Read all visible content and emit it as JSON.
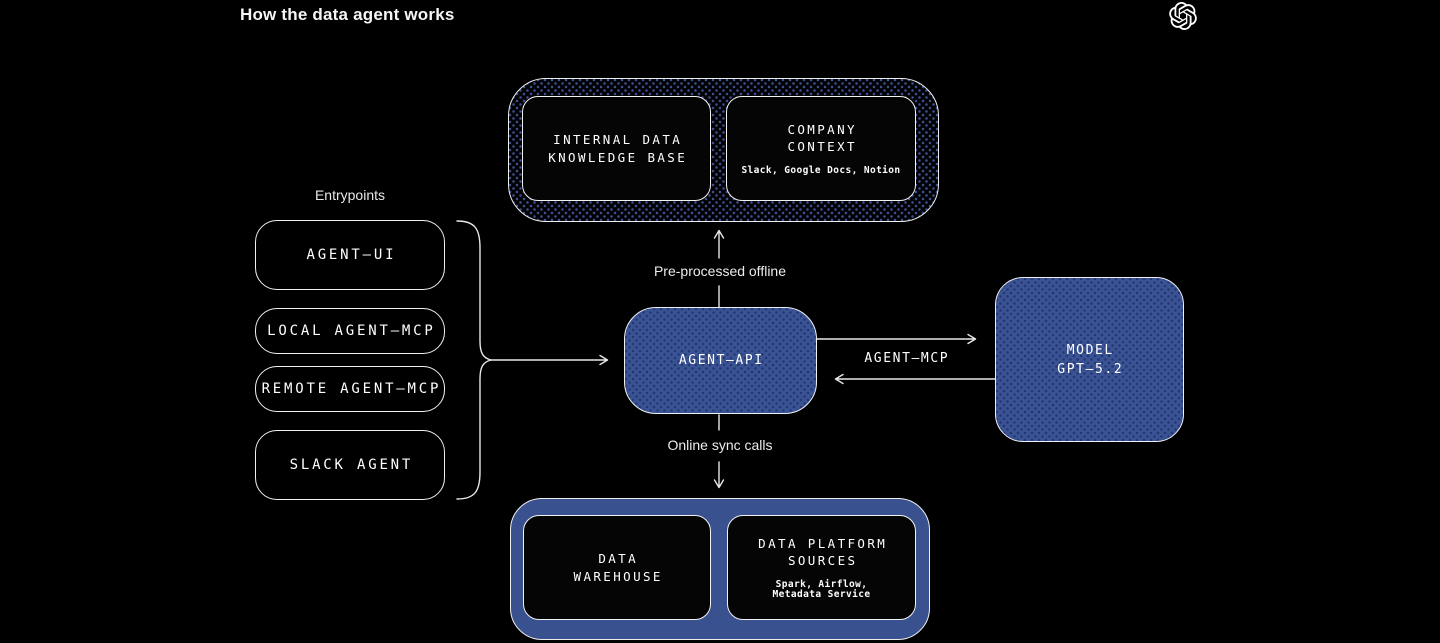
{
  "header": {
    "title": "How the data agent works",
    "logo_icon": "openai-logo"
  },
  "colors": {
    "background": "#000000",
    "accent_blue": "#3a5394",
    "blue_dot": "#243770",
    "dark_dot": "#3d5090",
    "line": "#e8e8e8",
    "text": "#ffffff"
  },
  "entrypoints": {
    "label": "Entrypoints",
    "items": [
      {
        "label": "AGENT–UI"
      },
      {
        "label": "LOCAL AGENT–MCP"
      },
      {
        "label": "REMOTE AGENT–MCP"
      },
      {
        "label": "SLACK AGENT"
      }
    ]
  },
  "knowledge_group": {
    "internal_data": {
      "line1": "INTERNAL DATA",
      "line2": "KNOWLEDGE BASE"
    },
    "company_context": {
      "line1": "COMPANY",
      "line2": "CONTEXT",
      "subtitle": "Slack, Google Docs, Notion"
    }
  },
  "agent_api": {
    "label": "AGENT–API"
  },
  "model": {
    "line1": "MODEL",
    "line2": "GPT–5.2"
  },
  "flows": {
    "pre_processed": "Pre-processed offline",
    "online_sync": "Online sync calls",
    "agent_mcp": "AGENT–MCP"
  },
  "data_group": {
    "warehouse": {
      "line1": "DATA",
      "line2": "WAREHOUSE"
    },
    "platform": {
      "line1": "DATA PLATFORM",
      "line2": "SOURCES",
      "subtitle_line1": "Spark, Airflow,",
      "subtitle_line2": "Metadata Service"
    }
  }
}
